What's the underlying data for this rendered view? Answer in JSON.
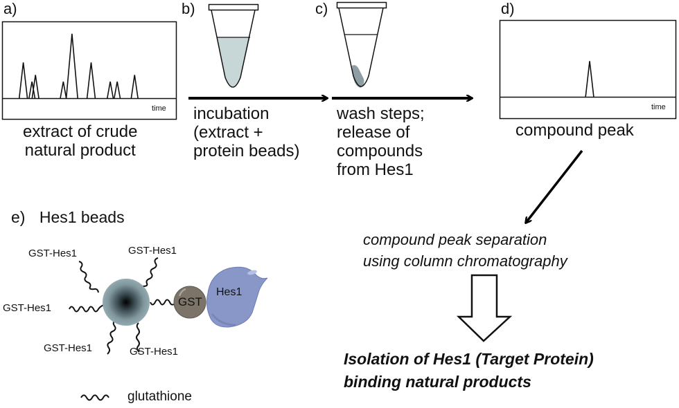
{
  "panels": {
    "a": {
      "label": "a)",
      "axis_label": "time",
      "caption_lines": [
        "extract of crude",
        "natural product"
      ]
    },
    "b": {
      "label": "b)",
      "caption_lines": [
        "incubation",
        "(extract +",
        "protein beads)"
      ]
    },
    "c": {
      "label": "c)",
      "caption_lines": [
        "wash steps;",
        "release of",
        "compounds",
        "from Hes1"
      ]
    },
    "d": {
      "label": "d)",
      "axis_label": "time",
      "caption_lines": [
        "compound peak"
      ]
    },
    "e": {
      "label": "e)",
      "title": "Hes1 beads",
      "bead_labels": [
        "GST-Hes1",
        "GST-Hes1",
        "GST-Hes1",
        "GST-Hes1",
        "GST-Hes1"
      ],
      "gst_label": "GST",
      "hes1_label": "Hes1",
      "legend_label": "glutathione"
    }
  },
  "process": {
    "separation_lines": [
      "compound peak separation",
      "using column chromatography"
    ],
    "result_lines": [
      "Isolation of Hes1 (Target Protein)",
      "binding natural products"
    ]
  },
  "chromatograms": {
    "a_peaks": [
      {
        "t": 0.12,
        "h": 0.49
      },
      {
        "t": 0.17,
        "h": 0.23
      },
      {
        "t": 0.19,
        "h": 0.32
      },
      {
        "t": 0.35,
        "h": 0.23
      },
      {
        "t": 0.4,
        "h": 0.88
      },
      {
        "t": 0.51,
        "h": 0.49
      },
      {
        "t": 0.62,
        "h": 0.23
      },
      {
        "t": 0.66,
        "h": 0.23
      },
      {
        "t": 0.76,
        "h": 0.32
      }
    ],
    "d_peaks": [
      {
        "t": 0.51,
        "h": 0.49
      }
    ]
  },
  "colors": {
    "tube_liquid": "#c7d6d6",
    "pellet": "#8e9ea2",
    "bead_outer": "#8fa7ad",
    "bead_core": "#000000",
    "gst": "#7d7469",
    "hes1": "#8896c8"
  }
}
